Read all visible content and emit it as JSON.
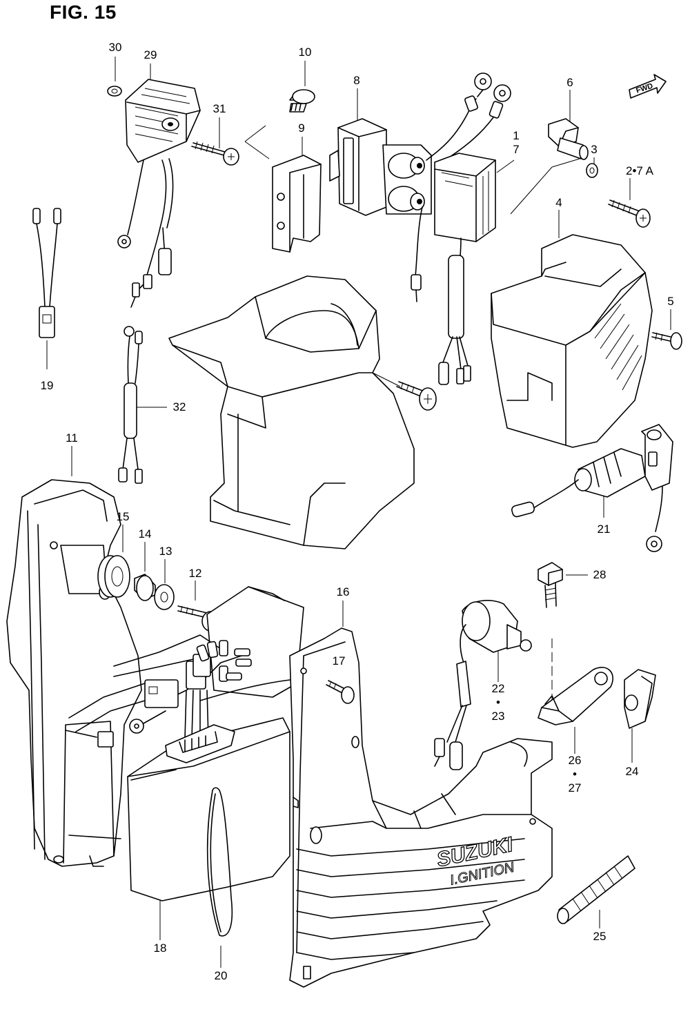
{
  "figure": {
    "title": "FIG. 15"
  },
  "direction_marker": {
    "label": "FWD"
  },
  "housing_lettering": {
    "brand": "SUZUKI",
    "subtitle": "I.GNITION"
  },
  "callouts": [
    {
      "id": "c30",
      "text": "30"
    },
    {
      "id": "c29",
      "text": "29"
    },
    {
      "id": "c31",
      "text": "31"
    },
    {
      "id": "c10",
      "text": "10"
    },
    {
      "id": "c9",
      "text": "9"
    },
    {
      "id": "c8",
      "text": "8"
    },
    {
      "id": "c6",
      "text": "6"
    },
    {
      "id": "c1",
      "text": "1\n7"
    },
    {
      "id": "c3",
      "text": "3"
    },
    {
      "id": "c27a",
      "text": "2•7  A"
    },
    {
      "id": "c4",
      "text": "4"
    },
    {
      "id": "c5",
      "text": "5"
    },
    {
      "id": "c19",
      "text": "19"
    },
    {
      "id": "c32",
      "text": "32"
    },
    {
      "id": "c11",
      "text": "11"
    },
    {
      "id": "c15",
      "text": "15"
    },
    {
      "id": "c14",
      "text": "14"
    },
    {
      "id": "c13",
      "text": "13"
    },
    {
      "id": "c12",
      "text": "12"
    },
    {
      "id": "c16",
      "text": "16"
    },
    {
      "id": "c17",
      "text": "17"
    },
    {
      "id": "c21",
      "text": "21"
    },
    {
      "id": "c28",
      "text": "28"
    },
    {
      "id": "c22",
      "text": "22\n•\n23"
    },
    {
      "id": "c26",
      "text": "26\n•\n27"
    },
    {
      "id": "c24",
      "text": "24"
    },
    {
      "id": "c25",
      "text": "25"
    },
    {
      "id": "c18",
      "text": "18"
    },
    {
      "id": "c20",
      "text": "20"
    }
  ]
}
